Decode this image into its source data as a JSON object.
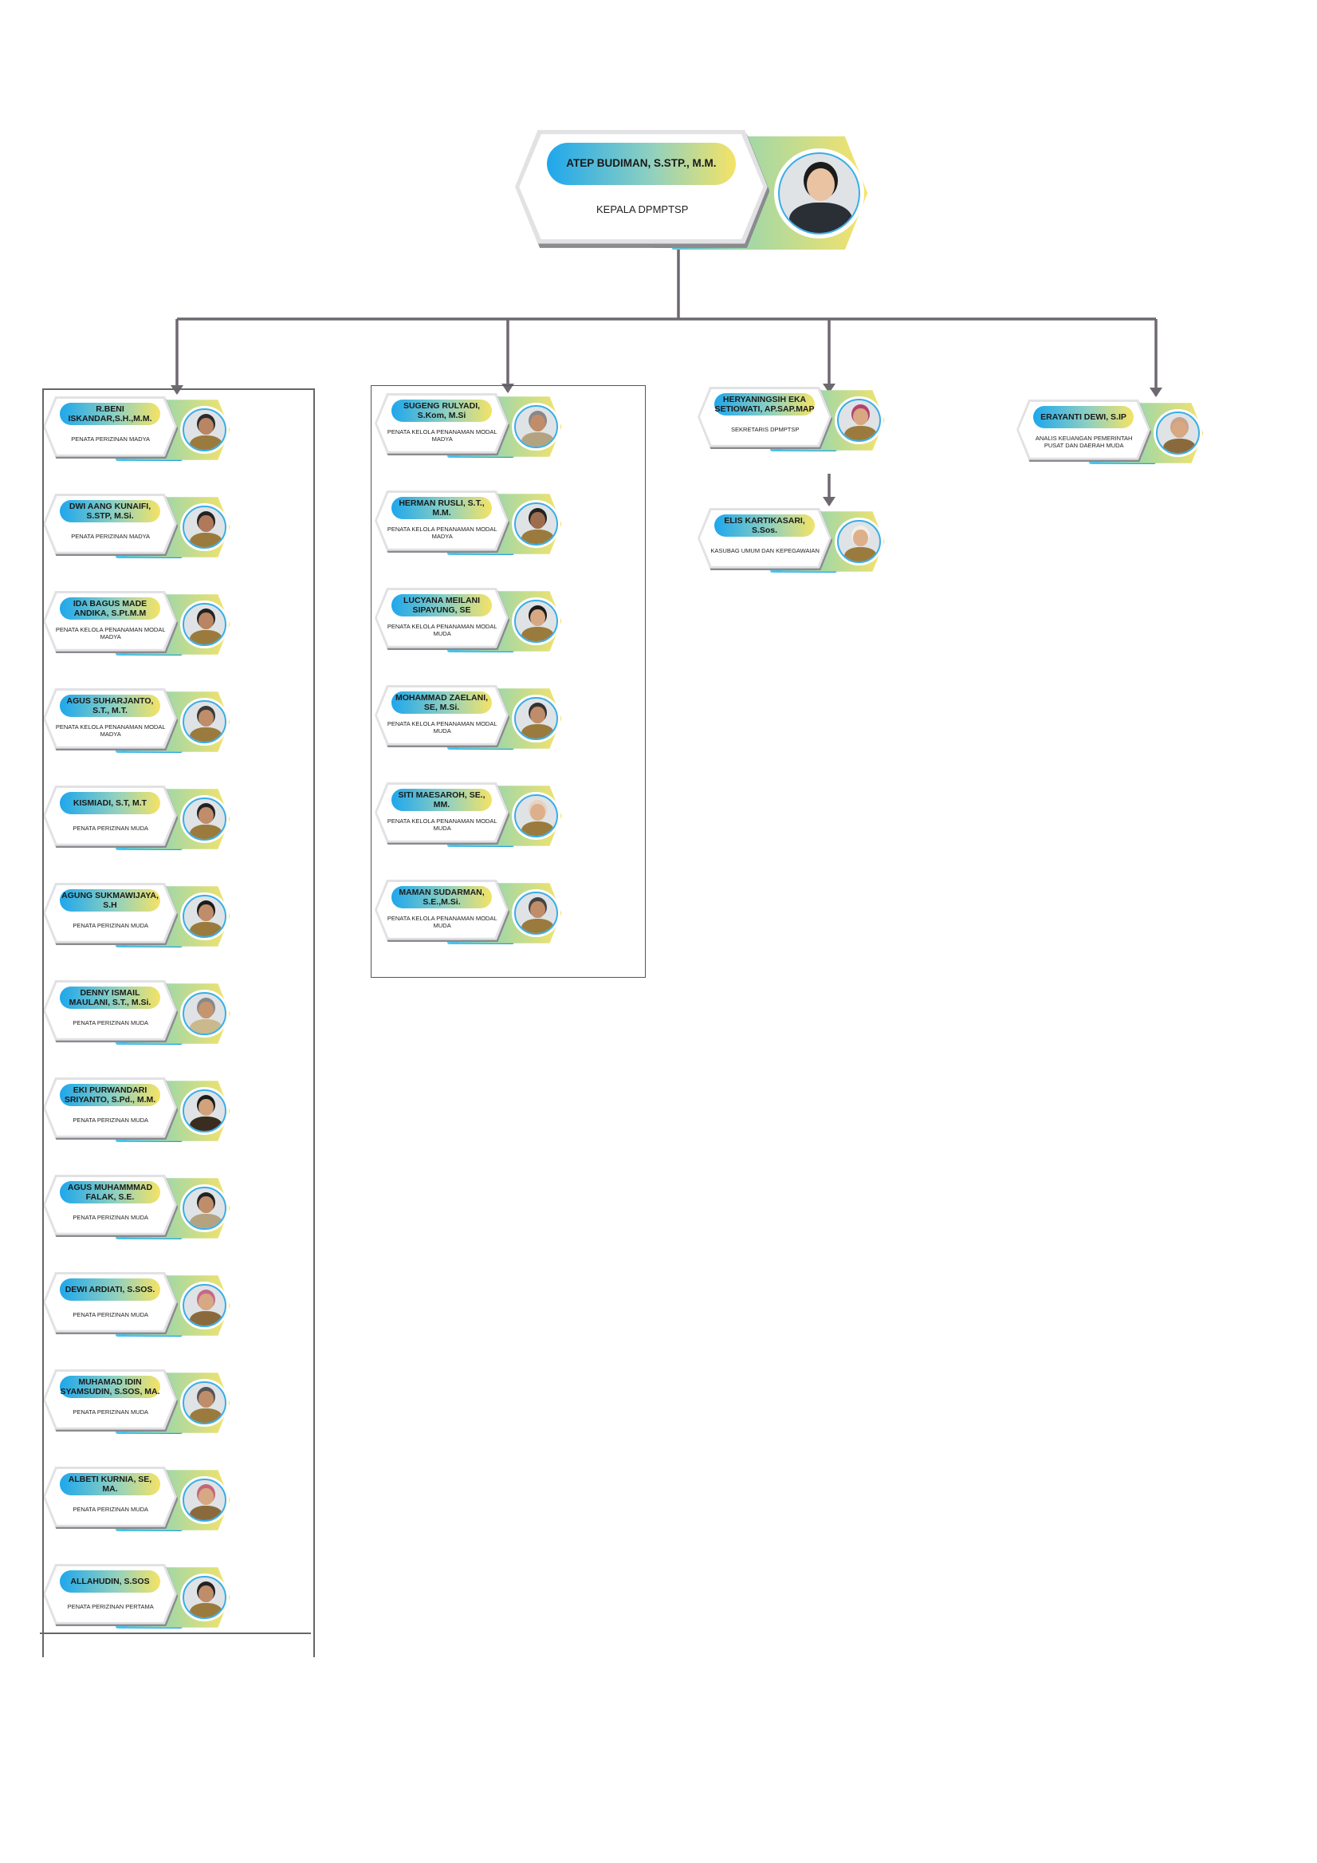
{
  "chart_data": {
    "type": "org-chart",
    "head": {
      "name": "ATEP BUDIMAN, S.STP., M.M.",
      "role": "KEPALA DPMPTSP",
      "colors": {
        "skin": "#e9c3a2",
        "hair": "#1b1b1b",
        "outfit": "#2a2e35"
      }
    },
    "columns": [
      {
        "members": [
          {
            "name": "R.BENI ISKANDAR,S.H.,M.M.",
            "role": "PENATA PERIZINAN MADYA",
            "colors": {
              "skin": "#b98564",
              "hair": "#2b2b2b",
              "outfit": "#9a7b3d"
            }
          },
          {
            "name": "DWI AANG KUNAIFI, S.STP, M.Si.",
            "role": "PENATA PERIZINAN MADYA",
            "colors": {
              "skin": "#b07a5a",
              "hair": "#222222",
              "outfit": "#9a7b3d"
            }
          },
          {
            "name": "IDA BAGUS MADE ANDIKA, S.Pt.M.M",
            "role": "PENATA KELOLA PENANAMAN MODAL MADYA",
            "colors": {
              "skin": "#b98564",
              "hair": "#222222",
              "outfit": "#9a7b3d"
            }
          },
          {
            "name": "AGUS SUHARJANTO, S.T., M.T.",
            "role": "PENATA KELOLA PENANAMAN MODAL MADYA",
            "colors": {
              "skin": "#c08d6a",
              "hair": "#3a3a3a",
              "outfit": "#9a7b3d"
            }
          },
          {
            "name": "KISMIADI, S.T, M.T",
            "role": "PENATA PERIZINAN MUDA",
            "colors": {
              "skin": "#c08d6a",
              "hair": "#222222",
              "outfit": "#9a7b3d"
            }
          },
          {
            "name": "AGUNG SUKMAWIJAYA, S.H",
            "role": "PENATA PERIZINAN MUDA",
            "colors": {
              "skin": "#c08d6a",
              "hair": "#1b1b1b",
              "outfit": "#9a7b3d"
            }
          },
          {
            "name": "DENNY ISMAIL MAULANI, S.T., M.Si.",
            "role": "PENATA PERIZINAN MUDA",
            "colors": {
              "skin": "#c4956f",
              "hair": "#888888",
              "outfit": "#c9b98c"
            }
          },
          {
            "name": "EKI PURWANDARI SRIYANTO, S.Pd., M.M.",
            "role": "PENATA PERIZINAN MUDA",
            "colors": {
              "skin": "#d2a27c",
              "hair": "#1b1b1b",
              "outfit": "#3a2d1f"
            }
          },
          {
            "name": "AGUS MUHAMMMAD FALAK, S.E.",
            "role": "PENATA PERIZINAN MUDA",
            "colors": {
              "skin": "#c08d6a",
              "hair": "#222222",
              "outfit": "#b4a381"
            }
          },
          {
            "name": "DEWI ARDIATI, S.SOS.",
            "role": "PENATA PERIZINAN MUDA",
            "colors": {
              "skin": "#d6a983",
              "hair": "#c46a8a",
              "outfit": "#8a6a3d"
            }
          },
          {
            "name": "MUHAMAD IDIN SYAMSUDIN, S.SOS, MA.",
            "role": "PENATA PERIZINAN MUDA",
            "colors": {
              "skin": "#c08d6a",
              "hair": "#555555",
              "outfit": "#9a7b3d"
            }
          },
          {
            "name": "ALBETI KURNIA, SE, MA.",
            "role": "PENATA PERIZINAN MUDA",
            "colors": {
              "skin": "#d6a983",
              "hair": "#c4657a",
              "outfit": "#8a6a3d"
            }
          },
          {
            "name": "ALLAHUDIN, S.SOS",
            "role": "PENATA PERIZINAN PERTAMA",
            "colors": {
              "skin": "#c08d6a",
              "hair": "#222222",
              "outfit": "#9a7b3d"
            }
          }
        ]
      },
      {
        "members": [
          {
            "name": "SUGENG RULYADI, S.Kom, M.Si",
            "role": "PENATA KELOLA PENANAMAN MODAL MADYA",
            "colors": {
              "skin": "#c08d6a",
              "hair": "#888888",
              "outfit": "#b4a381"
            }
          },
          {
            "name": "HERMAN RUSLI, S.T., M.M.",
            "role": "PENATA KELOLA PENANAMAN MODAL MADYA",
            "colors": {
              "skin": "#9e6d4e",
              "hair": "#222222",
              "outfit": "#9a7b3d"
            }
          },
          {
            "name": "LUCYANA MEILANI SIPAYUNG, SE",
            "role": "PENATA KELOLA PENANAMAN MODAL MUDA",
            "colors": {
              "skin": "#d8a883",
              "hair": "#1b1b1b",
              "outfit": "#9a7b3d"
            }
          },
          {
            "name": "MOHAMMAD ZAELANI, SE, M.Si.",
            "role": "PENATA KELOLA PENANAMAN MODAL MUDA",
            "colors": {
              "skin": "#c08d6a",
              "hair": "#333333",
              "outfit": "#9a7b3d"
            }
          },
          {
            "name": "SITI MAESAROH, SE., MM.",
            "role": "PENATA KELOLA PENANAMAN MODAL MUDA",
            "colors": {
              "skin": "#ddb08b",
              "hair": "#e7d2c2",
              "outfit": "#9a7b3d"
            }
          },
          {
            "name": "MAMAN SUDARMAN, S.E.,M.Si.",
            "role": "PENATA KELOLA PENANAMAN MODAL MUDA",
            "colors": {
              "skin": "#c08d6a",
              "hair": "#444444",
              "outfit": "#9a7b3d"
            }
          }
        ]
      },
      {
        "members": [
          {
            "name": "HERYANINGSIH EKA SETIOWATI, AP.SAP.MAP",
            "role": "SEKRETARIS DPMPTSP",
            "colors": {
              "skin": "#d8a883",
              "hair": "#b2446f",
              "outfit": "#9a7b3d"
            }
          },
          {
            "name": "ELIS KARTIKASARI, S.Sos.",
            "role": "KASUBAG UMUM DAN KEPEGAWAIAN",
            "colors": {
              "skin": "#ddb08b",
              "hair": "#f2efe9",
              "outfit": "#9a7b3d"
            }
          }
        ]
      },
      {
        "members": [
          {
            "name": "ERAYANTI DEWI, S.IP",
            "role": "ANALIS KEUANGAN PEMERINTAH PUSAT DAN DAERAH MUDA",
            "colors": {
              "skin": "#d8a883",
              "hair": "#c9a38a",
              "outfit": "#8a6a3d"
            }
          }
        ]
      }
    ]
  }
}
